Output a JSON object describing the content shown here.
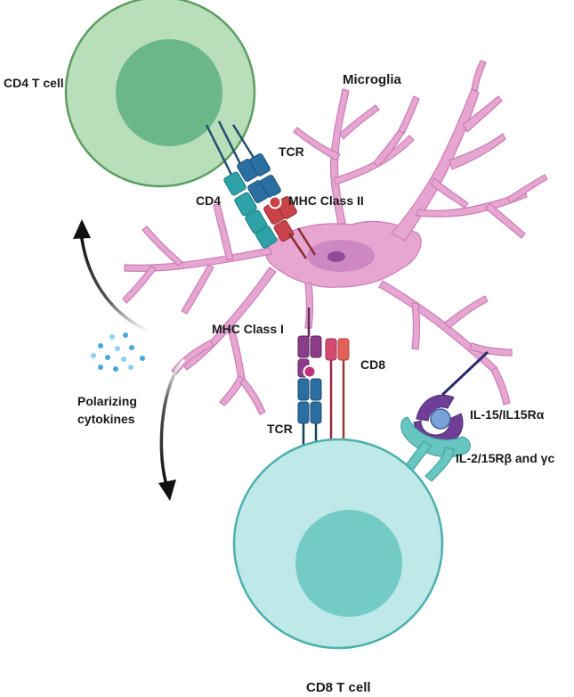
{
  "labels": {
    "cd4_t_cell": "CD4 T cell",
    "microglia": "Microglia",
    "tcr_top": "TCR",
    "cd4": "CD4",
    "mhc_class_ii": "MHC Class II",
    "mhc_class_i": "MHC Class I",
    "cd8": "CD8",
    "polarizing_line1": "Polarizing",
    "polarizing_line2": "cytokines",
    "tcr_bottom": "TCR",
    "il15": "IL-15/IL15Rα",
    "il2_receptor": "IL-2/15Rβ and γc",
    "cd8_t_cell": "CD8 T cell"
  },
  "colors": {
    "cd4_cell_outer": "#b9dfba",
    "cd4_cell_nucleus": "#6bb788",
    "cd8_cell_outer": "#bfe9e8",
    "cd8_cell_nucleus": "#74cbc6",
    "microglia": "#e7a6d2",
    "microglia_nucleus": "#b36fb6",
    "tcr_blue": "#2b6fa2",
    "cd4_teal": "#2da3a7",
    "mhc_red": "#c9434a",
    "mhc_class_i_purple": "#8c3d8a",
    "cd8_pink": "#d44a70",
    "il15_purple": "#6f3f98",
    "il2_receptor_teal": "#67c6c2",
    "arrow": "#1a1a1a"
  }
}
